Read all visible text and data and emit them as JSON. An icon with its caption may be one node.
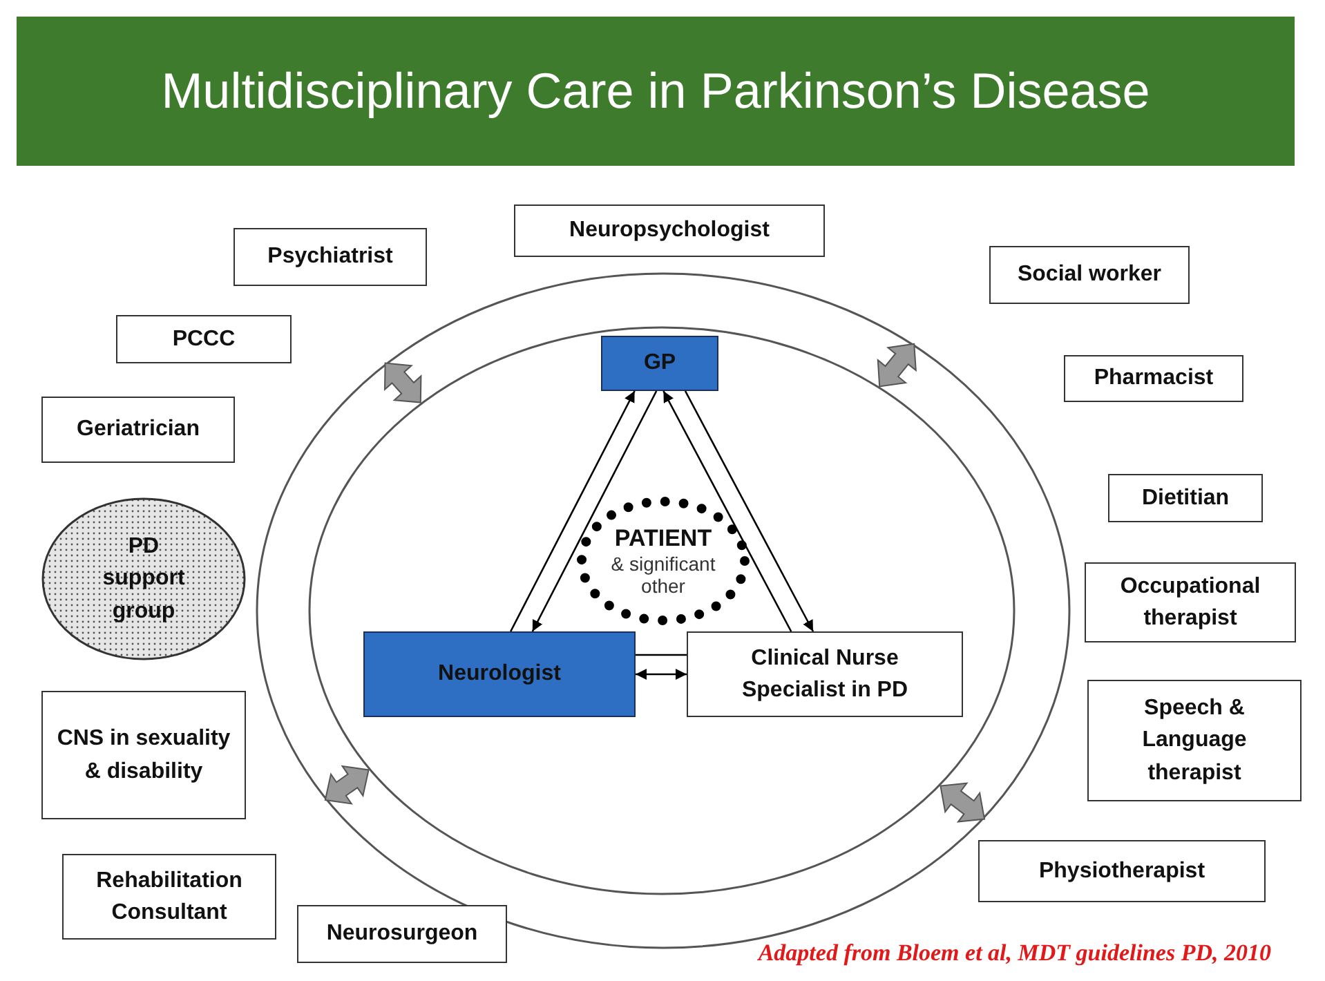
{
  "diagram": {
    "title": "Multidisciplinary Care in Parkinson’s Disease",
    "nodes": [
      {
        "text": [
          "Neuropsychologist"
        ]
      },
      {
        "text": [
          "Psychiatrist"
        ]
      },
      {
        "text": [
          "Social worker"
        ]
      },
      {
        "text": [],
        "shape": "ellipse"
      },
      {
        "text": [],
        "shape": "ellipse",
        "in": 3
      },
      {
        "text": [
          "PCCC"
        ]
      },
      {
        "text": [
          "GP"
        ],
        "in": 4
      },
      {
        "text": [
          "Pharmacist"
        ]
      },
      {
        "text": [
          "Geriatrician"
        ]
      },
      {
        "text": [
          "Dietitian"
        ]
      },
      {
        "text": [
          "PD support group"
        ]
      },
      {
        "text": [
          "PATIENT",
          "& significant other"
        ],
        "in": 4
      },
      {
        "text": [
          "Occupational therapist"
        ]
      },
      {
        "text": [
          "Neurologist"
        ],
        "in": 4
      },
      {
        "text": [
          "Clinical Nurse Specialist in PD"
        ],
        "in": 4
      },
      {
        "text": [
          "Speech & Language therapist"
        ]
      },
      {
        "text": [
          "CNS in sexuality & disability"
        ]
      },
      {
        "text": [
          "Physiotherapist"
        ]
      },
      {
        "text": [
          "Rehabilitation Consultant"
        ]
      },
      {
        "text": [
          "Neurosurgeon"
        ]
      }
    ],
    "edges": [
      {
        "from": 13,
        "to": 6,
        "arrow": "to"
      },
      {
        "from": 6,
        "to": 13,
        "arrow": "to"
      },
      {
        "from": 6,
        "to": 14,
        "arrow": "to"
      },
      {
        "from": 14,
        "to": 6,
        "arrow": "to"
      },
      {
        "from": 13,
        "to": 14,
        "arrow": "none"
      },
      {
        "from": 13,
        "to": 14,
        "arrow": "both"
      },
      {
        "from": 3,
        "to": 4,
        "arrow": "both",
        "style": "thick",
        "color": "#999999"
      },
      {
        "from": 3,
        "to": 4,
        "arrow": "both",
        "style": "thick",
        "color": "#999999"
      },
      {
        "from": 3,
        "to": 4,
        "arrow": "both",
        "style": "thick",
        "color": "#999999"
      },
      {
        "from": 3,
        "to": 4,
        "arrow": "both",
        "style": "thick",
        "color": "#999999"
      }
    ],
    "labels": [
      "Adapted from Bloem et al,  MDT guidelines PD, 2010"
    ]
  }
}
